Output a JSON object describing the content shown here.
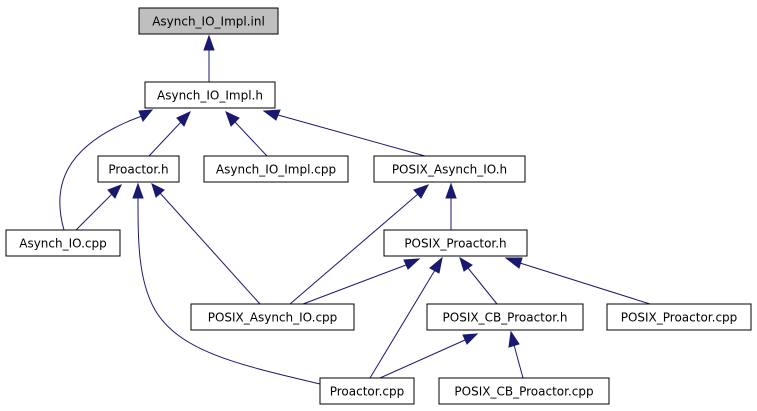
{
  "colors": {
    "edge": "#191970",
    "node_fill": "#ffffff",
    "root_fill": "#bfbfbf",
    "node_stroke": "#000000"
  },
  "nodes": [
    {
      "id": "asynch_io_impl_inl",
      "label": "Asynch_IO_Impl.inl",
      "highlighted": true
    },
    {
      "id": "asynch_io_impl_h",
      "label": "Asynch_IO_Impl.h"
    },
    {
      "id": "proactor_h",
      "label": "Proactor.h"
    },
    {
      "id": "asynch_io_impl_cpp",
      "label": "Asynch_IO_Impl.cpp"
    },
    {
      "id": "posix_asynch_io_h",
      "label": "POSIX_Asynch_IO.h"
    },
    {
      "id": "asynch_io_cpp",
      "label": "Asynch_IO.cpp"
    },
    {
      "id": "posix_proactor_h",
      "label": "POSIX_Proactor.h"
    },
    {
      "id": "posix_asynch_io_cpp",
      "label": "POSIX_Asynch_IO.cpp"
    },
    {
      "id": "posix_cb_proactor_h",
      "label": "POSIX_CB_Proactor.h"
    },
    {
      "id": "posix_proactor_cpp",
      "label": "POSIX_Proactor.cpp"
    },
    {
      "id": "proactor_cpp",
      "label": "Proactor.cpp"
    },
    {
      "id": "posix_cb_proactor_cpp",
      "label": "POSIX_CB_Proactor.cpp"
    }
  ],
  "edges": [
    {
      "from": "asynch_io_impl_h",
      "to": "asynch_io_impl_inl"
    },
    {
      "from": "asynch_io_cpp",
      "to": "asynch_io_impl_h"
    },
    {
      "from": "proactor_h",
      "to": "asynch_io_impl_h"
    },
    {
      "from": "asynch_io_impl_cpp",
      "to": "asynch_io_impl_h"
    },
    {
      "from": "posix_asynch_io_h",
      "to": "asynch_io_impl_h"
    },
    {
      "from": "asynch_io_cpp",
      "to": "proactor_h"
    },
    {
      "from": "posix_asynch_io_cpp",
      "to": "proactor_h"
    },
    {
      "from": "proactor_cpp",
      "to": "proactor_h"
    },
    {
      "from": "posix_proactor_h",
      "to": "posix_asynch_io_h"
    },
    {
      "from": "posix_asynch_io_cpp",
      "to": "posix_asynch_io_h"
    },
    {
      "from": "posix_asynch_io_cpp",
      "to": "posix_proactor_h"
    },
    {
      "from": "posix_cb_proactor_h",
      "to": "posix_proactor_h"
    },
    {
      "from": "posix_proactor_cpp",
      "to": "posix_proactor_h"
    },
    {
      "from": "proactor_cpp",
      "to": "posix_proactor_h"
    },
    {
      "from": "proactor_cpp",
      "to": "posix_cb_proactor_h"
    },
    {
      "from": "posix_cb_proactor_cpp",
      "to": "posix_cb_proactor_h"
    }
  ]
}
